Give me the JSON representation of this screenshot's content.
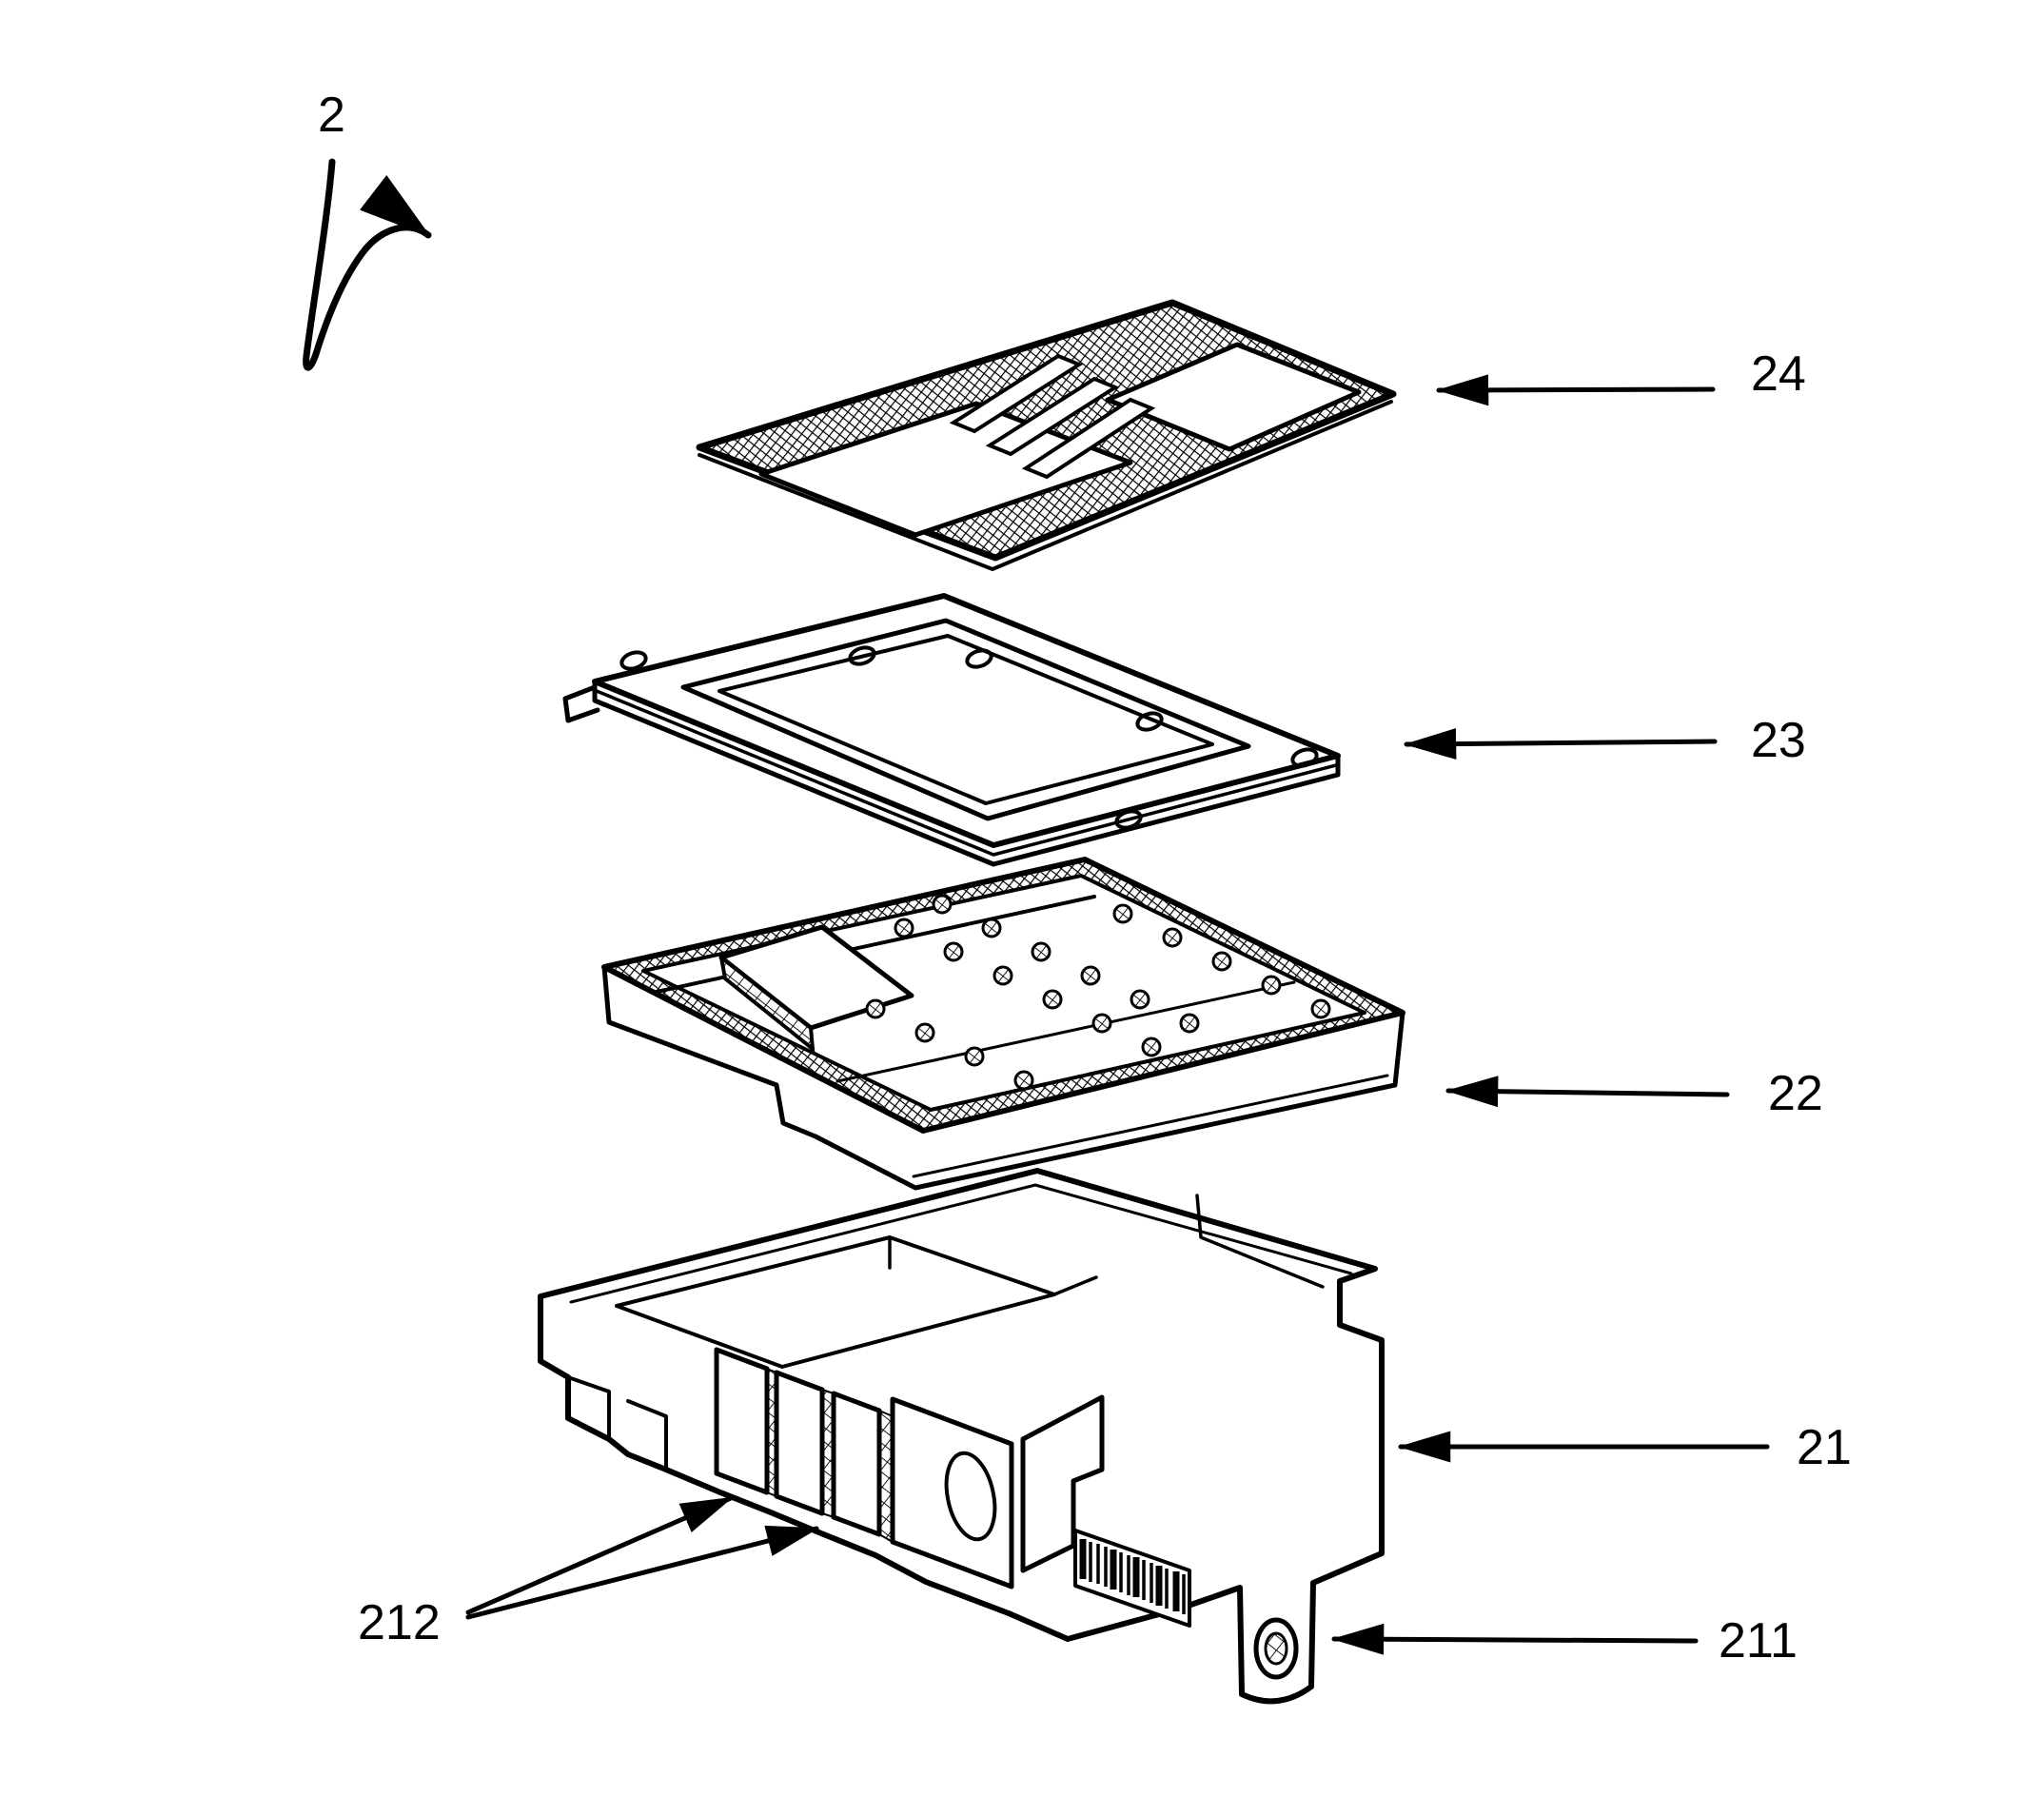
{
  "figure": {
    "background": "#ffffff",
    "ink": "#000000",
    "fig_label": "2",
    "ref_labels": {
      "r24": "24",
      "r23": "23",
      "r22": "22",
      "r21": "21",
      "r212": "212",
      "r211": "211"
    }
  }
}
